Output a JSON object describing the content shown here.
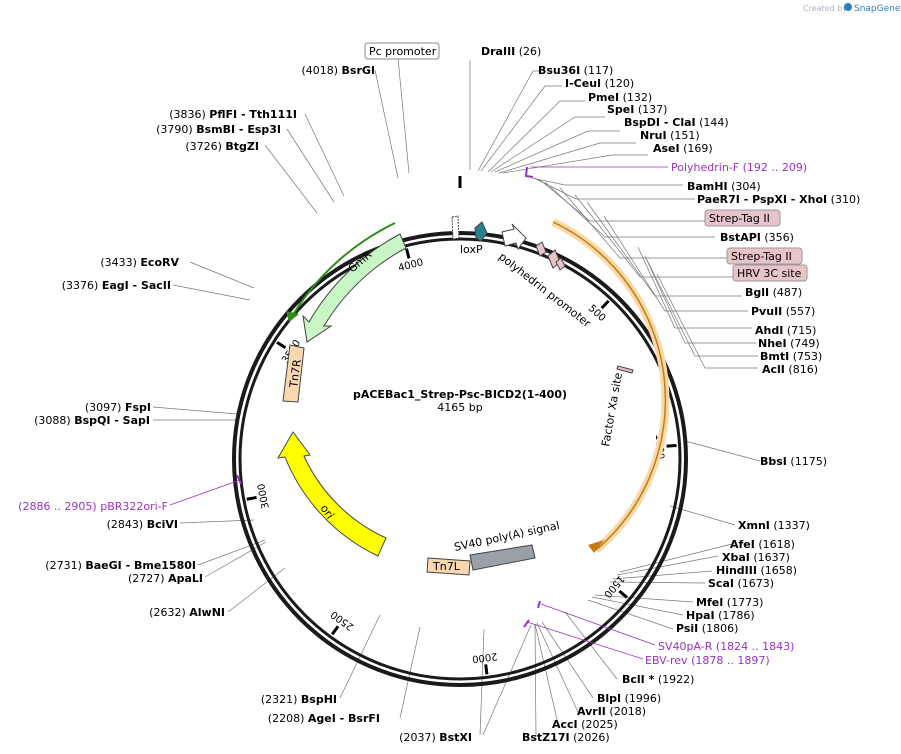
{
  "watermark": {
    "prefix": "Created by",
    "brand": "SnapGene"
  },
  "plasmid": {
    "name": "pACEBac1_Strep-Psc-BICD2(1-400)",
    "size_label": "4165 bp",
    "length": 4165,
    "tick_labels": [
      "500",
      "1000",
      "1500",
      "2000",
      "2500",
      "3000",
      "3500",
      "4000"
    ]
  },
  "sites": [
    {
      "name": "DraIII",
      "pos": "(26)"
    },
    {
      "name": "Bsu36I",
      "pos": "(117)"
    },
    {
      "name": "I-CeuI",
      "pos": "(120)"
    },
    {
      "name": "PmeI",
      "pos": "(132)"
    },
    {
      "name": "SpeI",
      "pos": "(137)"
    },
    {
      "name": "BspDI - ClaI",
      "pos": "(144)"
    },
    {
      "name": "NruI",
      "pos": "(151)"
    },
    {
      "name": "AseI",
      "pos": "(169)"
    },
    {
      "name": "BamHI",
      "pos": "(304)"
    },
    {
      "name": "PaeR7I - PspXI - XhoI",
      "pos": "(310)"
    },
    {
      "name": "BstAPI",
      "pos": "(356)"
    },
    {
      "name": "BglI",
      "pos": "(487)"
    },
    {
      "name": "PvuII",
      "pos": "(557)"
    },
    {
      "name": "AhdI",
      "pos": "(715)"
    },
    {
      "name": "NheI",
      "pos": "(749)"
    },
    {
      "name": "BmtI",
      "pos": "(753)"
    },
    {
      "name": "AclI",
      "pos": "(816)"
    },
    {
      "name": "BbsI",
      "pos": "(1175)"
    },
    {
      "name": "XmnI",
      "pos": "(1337)"
    },
    {
      "name": "AfeI",
      "pos": "(1618)"
    },
    {
      "name": "XbaI",
      "pos": "(1637)"
    },
    {
      "name": "HindIII",
      "pos": "(1658)"
    },
    {
      "name": "ScaI",
      "pos": "(1673)"
    },
    {
      "name": "MfeI",
      "pos": "(1773)"
    },
    {
      "name": "HpaI",
      "pos": "(1786)"
    },
    {
      "name": "PsiI",
      "pos": "(1806)"
    },
    {
      "name": "BclI *",
      "pos": "(1922)"
    },
    {
      "name": "BlpI",
      "pos": "(1996)"
    },
    {
      "name": "AvrII",
      "pos": "(2018)"
    },
    {
      "name": "AccI",
      "pos": "(2025)"
    },
    {
      "name": "BstZ17I",
      "pos": "(2026)"
    },
    {
      "name": "BstXI",
      "pos": "(2037)"
    },
    {
      "name": "AgeI - BsrFI",
      "pos": "(2208)"
    },
    {
      "name": "BspHI",
      "pos": "(2321)"
    },
    {
      "name": "AlwNI",
      "pos": "(2632)"
    },
    {
      "name": "ApaLI",
      "pos": "(2727)"
    },
    {
      "name": "BaeGI - Bme1580I",
      "pos": "(2731)"
    },
    {
      "name": "BciVI",
      "pos": "(2843)"
    },
    {
      "name": "BspQI - SapI",
      "pos": "(3088)"
    },
    {
      "name": "FspI",
      "pos": "(3097)"
    },
    {
      "name": "EagI - SacII",
      "pos": "(3376)"
    },
    {
      "name": "EcoRV",
      "pos": "(3433)"
    },
    {
      "name": "BtgZI",
      "pos": "(3726)"
    },
    {
      "name": "BsmBI - Esp3I",
      "pos": "(3790)"
    },
    {
      "name": "PflFI - Tth111I",
      "pos": "(3836)"
    },
    {
      "name": "BsrGI",
      "pos": "(4018)"
    }
  ],
  "primers": [
    {
      "name": "Polyhedrin-F",
      "range": "(192 .. 209)"
    },
    {
      "name": "SV40pA-R",
      "range": "(1824 .. 1843)"
    },
    {
      "name": "EBV-rev",
      "range": "(1878 .. 1897)"
    },
    {
      "name": "pBR322ori-F",
      "range": "(2886 .. 2905)"
    }
  ],
  "boxed_labels": {
    "pc_promoter": "Pc promoter",
    "strep_tag_1": "Strep-Tag II",
    "strep_tag_2": "Strep-Tag II",
    "hrv_3c": "HRV 3C site"
  },
  "features": {
    "loxp": "loxP",
    "polyhedrin_promoter": "polyhedrin promoter",
    "factor_xa": "Factor Xa site",
    "sv40": "SV40 poly(A) signal",
    "tn7l": "Tn7L",
    "tn7r": "Tn7R",
    "gmr": "GmR",
    "ori": "ori"
  },
  "colors": {
    "backbone": "#1a1a1a",
    "primer": "#9b30c4",
    "gmr_fill": "#c8f7c5",
    "gmr_band": "#2f8a1a",
    "ori_fill": "#ffff00",
    "bicd2_band": "#e8a23c",
    "tn7_fill": "#fbd7b0",
    "sv40_fill": "#9aa0a8",
    "tag_fill": "#e8c4c8"
  }
}
